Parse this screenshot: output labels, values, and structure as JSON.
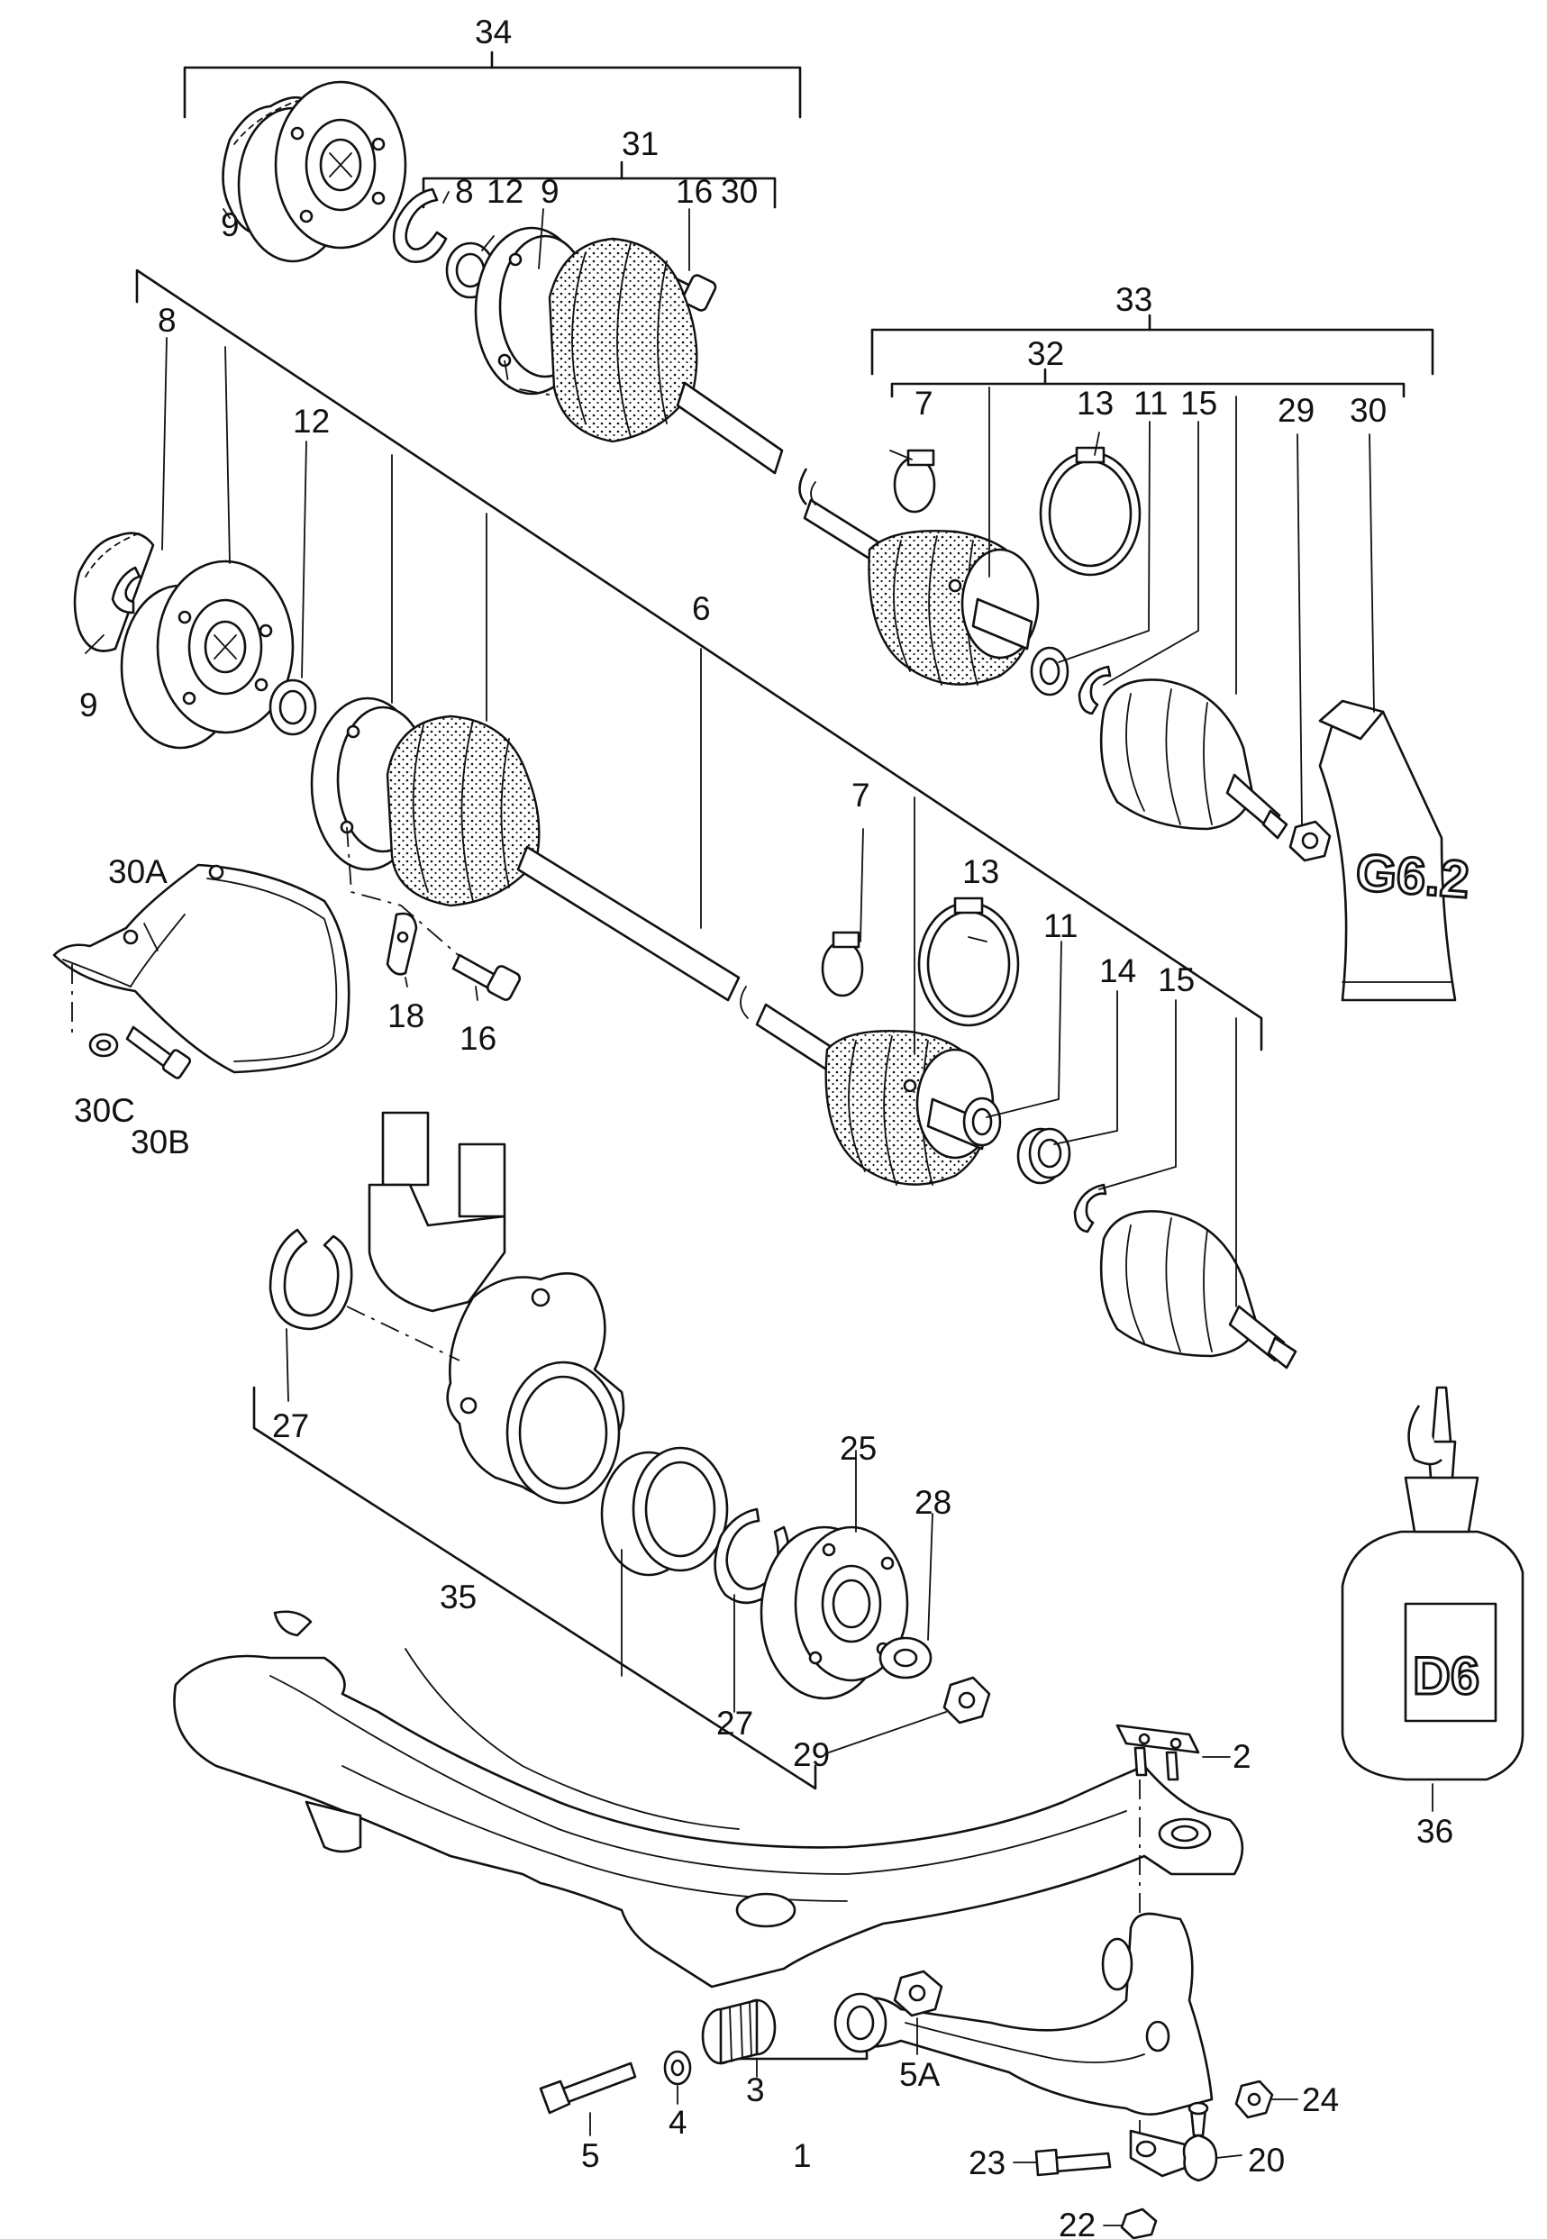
{
  "labels": {
    "l34": "34",
    "l31": "31",
    "l9a": "9",
    "l8a": "8",
    "l12a": "12",
    "l9b": "9",
    "l16a": "16",
    "l30a": "30",
    "l33": "33",
    "l32": "32",
    "l8b": "8",
    "l12b": "12",
    "l7a": "7",
    "l13a": "13",
    "l11a": "11",
    "l15a": "15",
    "l29a": "29",
    "l30b": "30",
    "l9c": "9",
    "l6": "6",
    "l30A": "30A",
    "l7b": "7",
    "l13b": "13",
    "l11b": "11",
    "l14": "14",
    "l15b": "15",
    "l18": "18",
    "l16b": "16",
    "l30C": "30C",
    "l30B": "30B",
    "l27a": "27",
    "l25": "25",
    "l28": "28",
    "l35": "35",
    "l27b": "27",
    "l29b": "29",
    "l2": "2",
    "l36": "36",
    "l5A": "5A",
    "l3": "3",
    "l5": "5",
    "l4": "4",
    "l1": "1",
    "l24": "24",
    "l23": "23",
    "l20": "20",
    "l22": "22"
  },
  "products": {
    "grease_tube": "G6.2",
    "oil_bottle": "D6"
  }
}
